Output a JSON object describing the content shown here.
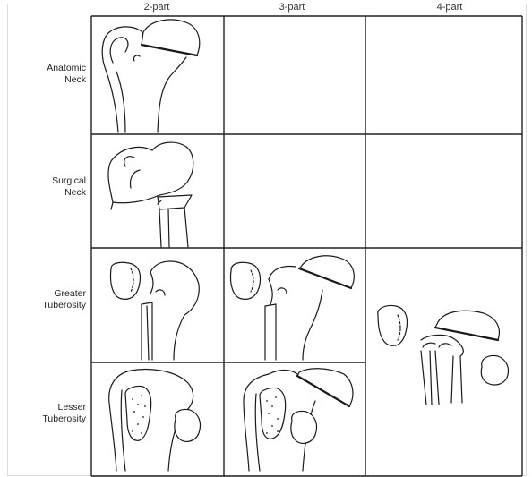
{
  "columns": [
    "2-part",
    "3-part",
    "4-part"
  ],
  "rows": [
    {
      "line1": "Anatomic",
      "line2": "Neck"
    },
    {
      "line1": "Surgical",
      "line2": "Neck"
    },
    {
      "line1": "Greater",
      "line2": "Tuberosity"
    },
    {
      "line1": "Lesser",
      "line2": "Tuberosity"
    }
  ],
  "colors": {
    "ink": "#1a1a1a",
    "grid": "#222222",
    "paper": "#ffffff"
  }
}
